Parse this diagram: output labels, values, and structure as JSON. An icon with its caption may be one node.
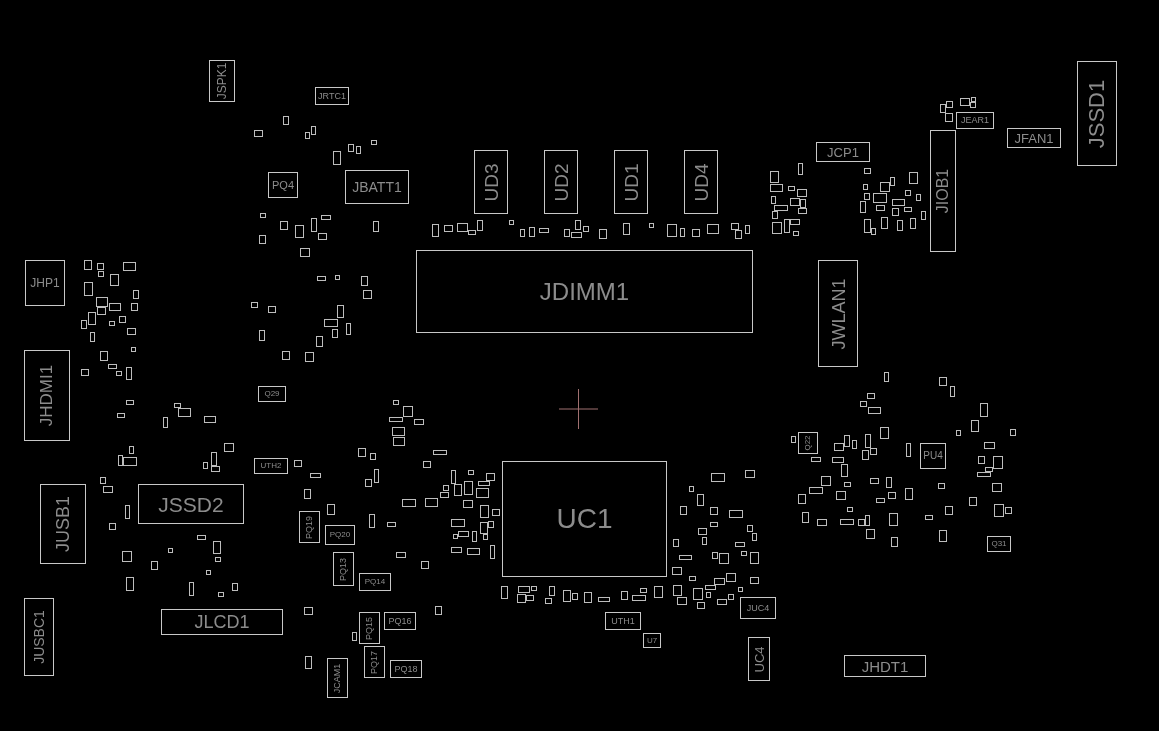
{
  "diagram": {
    "nodes": [
      {
        "text": [
          "JSPK1"
        ]
      },
      {
        "text": [
          "JRTC1"
        ]
      },
      {
        "text": [
          "PQ4"
        ]
      },
      {
        "text": [
          "JBATT1"
        ]
      },
      {
        "text": [
          "UD3"
        ]
      },
      {
        "text": [
          "UD2"
        ]
      },
      {
        "text": [
          "UD1"
        ]
      },
      {
        "text": [
          "UD4"
        ]
      },
      {
        "text": [
          "JCP1"
        ]
      },
      {
        "text": [
          "JEAR1"
        ]
      },
      {
        "text": [
          "JFAN1"
        ]
      },
      {
        "text": [
          "JSSD1"
        ]
      },
      {
        "text": [
          "JIOB1"
        ]
      },
      {
        "text": [
          "JHP1"
        ]
      },
      {
        "text": [
          "JDIMM1"
        ]
      },
      {
        "text": [
          "JWLAN1"
        ]
      },
      {
        "text": [
          "JHDMI1"
        ]
      },
      {
        "text": [
          "Q29"
        ]
      },
      {
        "text": [
          "Q22"
        ]
      },
      {
        "text": [
          "PU4"
        ]
      },
      {
        "text": [
          "UTH2"
        ]
      },
      {
        "text": [
          "UC1"
        ]
      },
      {
        "text": [
          "JUSB1"
        ]
      },
      {
        "text": [
          "JSSD2"
        ]
      },
      {
        "text": [
          "PQ19"
        ]
      },
      {
        "text": [
          "PQ20"
        ]
      },
      {
        "text": [
          "Q31"
        ]
      },
      {
        "text": [
          "PQ13"
        ]
      },
      {
        "text": [
          "PQ14"
        ]
      },
      {
        "text": [
          "JUC4"
        ]
      },
      {
        "text": [
          "JLCD1"
        ]
      },
      {
        "text": [
          "JUSBC1"
        ]
      },
      {
        "text": [
          "PQ15"
        ]
      },
      {
        "text": [
          "PQ16"
        ]
      },
      {
        "text": [
          "UTH1"
        ]
      },
      {
        "text": [
          "U7"
        ]
      },
      {
        "text": [
          "UC4"
        ]
      },
      {
        "text": [
          "PQ17"
        ]
      },
      {
        "text": [
          "JHDT1"
        ]
      },
      {
        "text": [
          "PQ18"
        ]
      },
      {
        "text": [
          "JCAM1"
        ]
      }
    ]
  }
}
